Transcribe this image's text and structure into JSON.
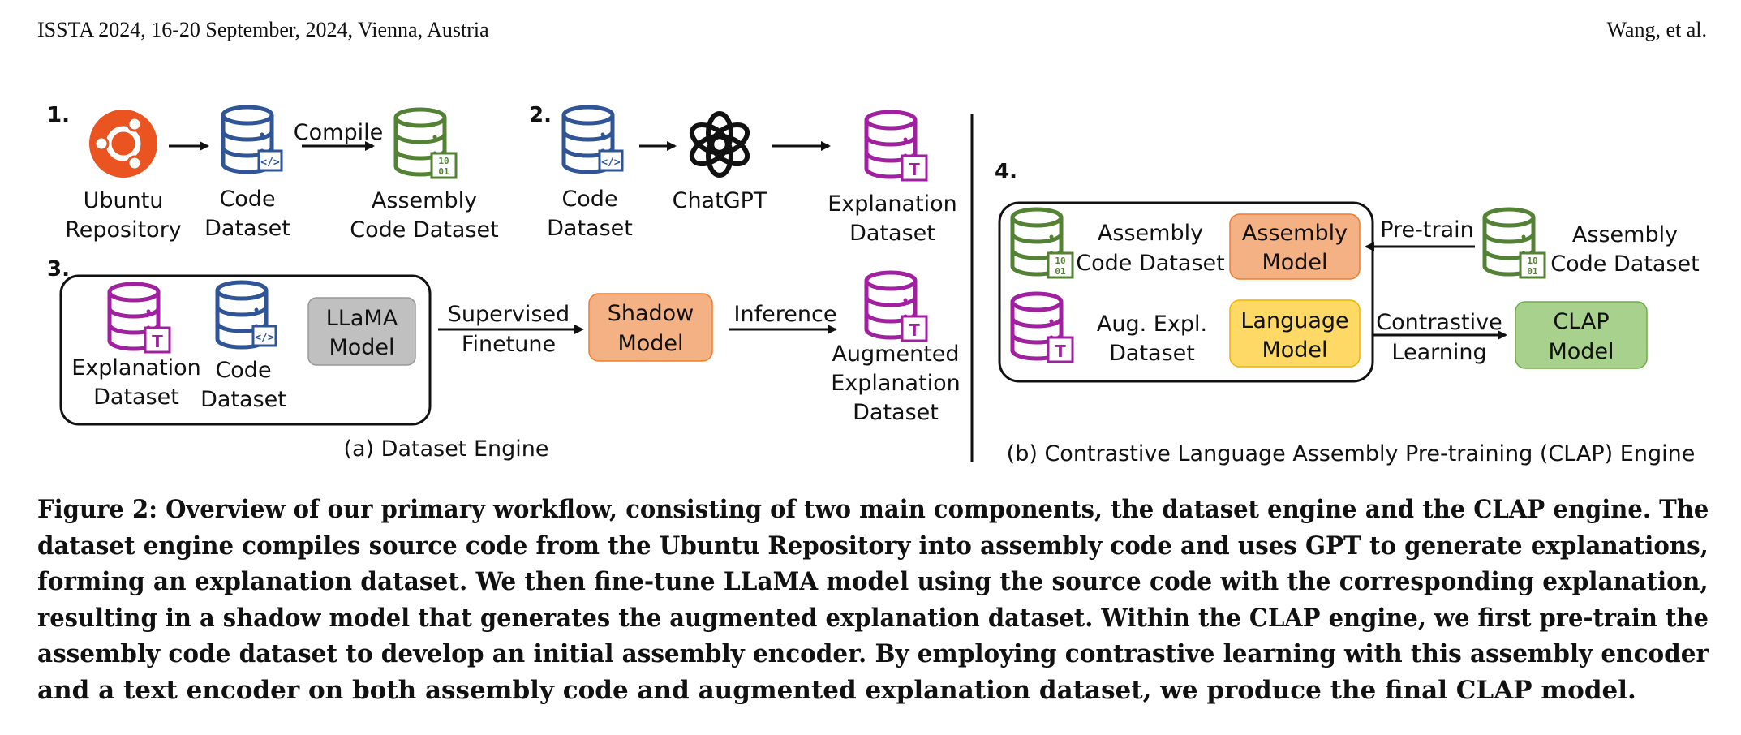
{
  "header": {
    "left": "ISSTA 2024, 16-20 September, 2024, Vienna, Austria",
    "right": "Wang, et al."
  },
  "figure": {
    "dataset_engine": {
      "step1": {
        "number": "1.",
        "ubuntu": [
          "Ubuntu",
          "Repository"
        ],
        "code": [
          "Code",
          "Dataset"
        ],
        "arrow": "Compile",
        "asm": [
          "Assembly",
          "Code Dataset"
        ]
      },
      "step2": {
        "number": "2.",
        "code": [
          "Code",
          "Dataset"
        ],
        "chatgpt": "ChatGPT",
        "expl": [
          "Explanation",
          "Dataset"
        ]
      },
      "step3": {
        "number": "3.",
        "expl": [
          "Explanation",
          "Dataset"
        ],
        "code": [
          "Code",
          "Dataset"
        ],
        "llama": [
          "LLaMA",
          "Model"
        ],
        "arrow1": [
          "Supervised",
          "Finetune"
        ],
        "shadow": [
          "Shadow",
          "Model"
        ],
        "arrow2": "Inference",
        "aug": [
          "Augmented",
          "Explanation",
          "Dataset"
        ]
      },
      "caption": "(a) Dataset Engine"
    },
    "clap_engine": {
      "number": "4.",
      "asm_in": [
        "Assembly",
        "Code Dataset"
      ],
      "asm_model": [
        "Assembly",
        "Model"
      ],
      "pretrain": "Pre-train",
      "asm_src": [
        "Assembly",
        "Code Dataset"
      ],
      "aug_in": [
        "Aug. Expl.",
        "Dataset"
      ],
      "lang_model": [
        "Language",
        "Model"
      ],
      "contrastive": [
        "Contrastive",
        "Learning"
      ],
      "clap_model": [
        "CLAP",
        "Model"
      ],
      "caption": "(b) Contrastive Language Assembly Pre-training (CLAP) Engine"
    }
  },
  "caption_lines": [
    "Figure 2: Overview of our primary workflow, consisting of two main components, the dataset engine and the CLAP engine. The",
    "dataset engine compiles source code from the Ubuntu Repository into assembly code and uses GPT to generate explanations,",
    "forming an explanation dataset. We then fine-tune LLaMA model using the source code with the corresponding explanation,",
    "resulting in a shadow model that generates the augmented explanation dataset. Within the CLAP engine, we first pre-train the",
    "assembly code dataset to develop an initial assembly encoder. By employing contrastive learning with this assembly encoder",
    "and a text encoder on both assembly code and augmented explanation dataset, we produce the final CLAP model."
  ],
  "colors": {
    "code": "#2f5597",
    "asm": "#548235",
    "expl": "#a020a0",
    "ubuntu": "#e95420",
    "asm_model": "#f4b183",
    "lang_model": "#ffd966",
    "clap_model": "#a9d18e",
    "llama": "#c0c0c0"
  }
}
